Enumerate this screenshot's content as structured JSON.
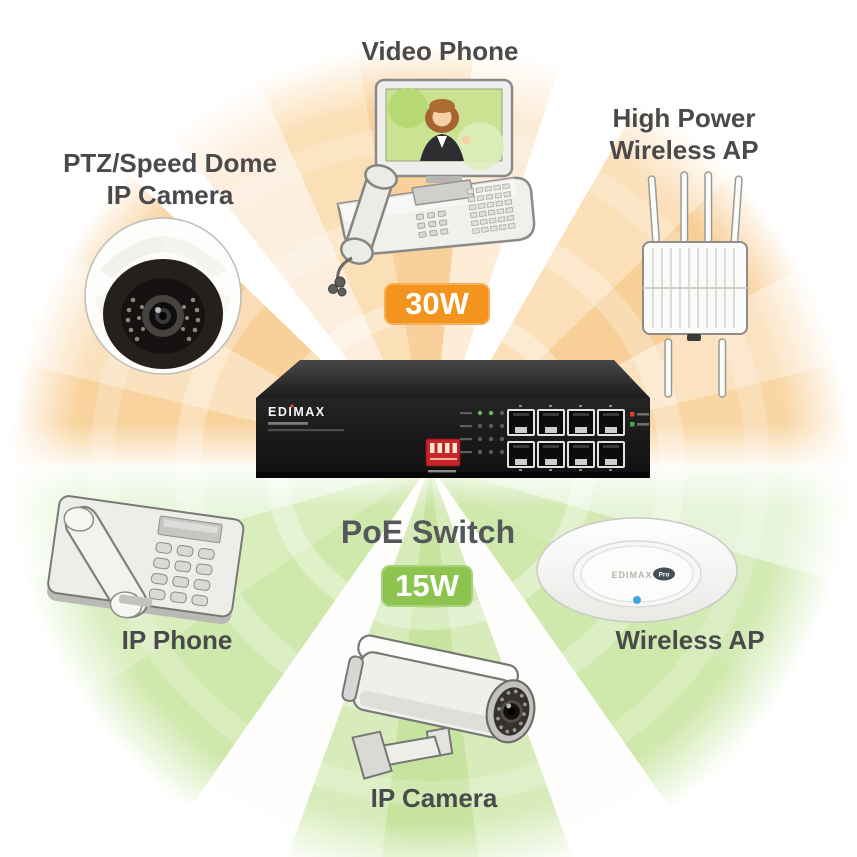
{
  "center_label": {
    "text": "PoE Switch"
  },
  "badges": {
    "top": {
      "text": "30W",
      "bg": "#f2941d"
    },
    "bottom": {
      "text": "15W",
      "bg": "#8cc44f"
    }
  },
  "devices": {
    "video_phone": {
      "label": "Video Phone"
    },
    "high_power_ap": {
      "label": "High Power\nWireless AP"
    },
    "ptz_camera": {
      "label": "PTZ/Speed Dome\nIP Camera"
    },
    "ip_phone": {
      "label": "IP Phone"
    },
    "wireless_ap": {
      "label": "Wireless AP"
    },
    "ip_camera": {
      "label": "IP Camera"
    }
  },
  "switch_device": {
    "brand": "EDIMAX",
    "ports": 8
  },
  "ceiling_ap": {
    "brand": "EDIMAX",
    "model_badge": "Pro"
  },
  "theme": {
    "label_color": "#4a4a4c",
    "orange_deep": "#f8d09a",
    "orange_light": "#fdeedd",
    "green_deep": "#c6e49e",
    "green_light": "#e9f6dd"
  }
}
